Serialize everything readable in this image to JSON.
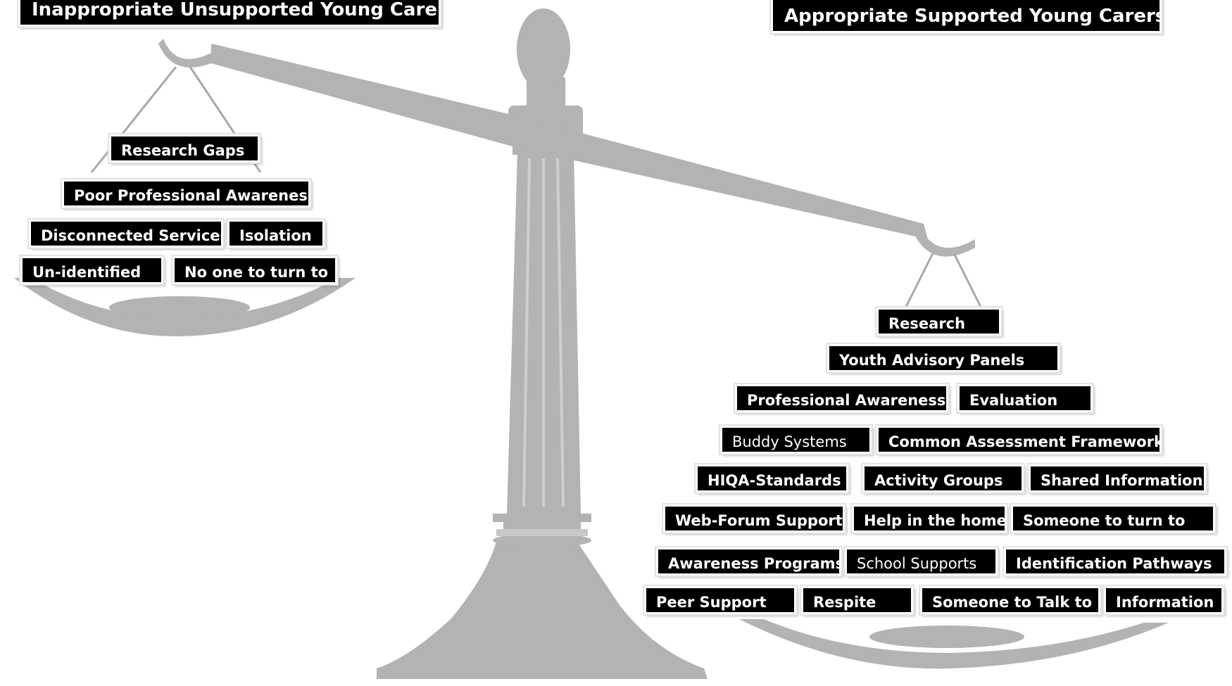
{
  "titles": {
    "left": "Inappropriate Unsupported Young Carers",
    "right": "Appropriate Supported Young Carers"
  },
  "left_pan": {
    "items": [
      "Research Gaps",
      "Poor Professional Awareness",
      "Disconnected Services",
      "Isolation",
      "Un-identified",
      "No one to turn to"
    ]
  },
  "right_pan": {
    "items": [
      "Research",
      "Youth Advisory Panels",
      "Professional Awareness",
      "Evaluation",
      "Buddy Systems",
      "Common Assessment Frameworks",
      "HIQA-Standards",
      "Activity Groups",
      "Shared Information",
      "Web-Forum Support",
      "Help in the home",
      "Someone to turn to",
      "Awareness Programs",
      "School Supports",
      "Identification Pathways",
      "Peer Support",
      "Respite",
      "Someone to Talk to",
      "Information"
    ]
  },
  "colors": {
    "scale": "#b0b0b0",
    "label_bg": "#000000",
    "label_text": "#ffffff"
  }
}
